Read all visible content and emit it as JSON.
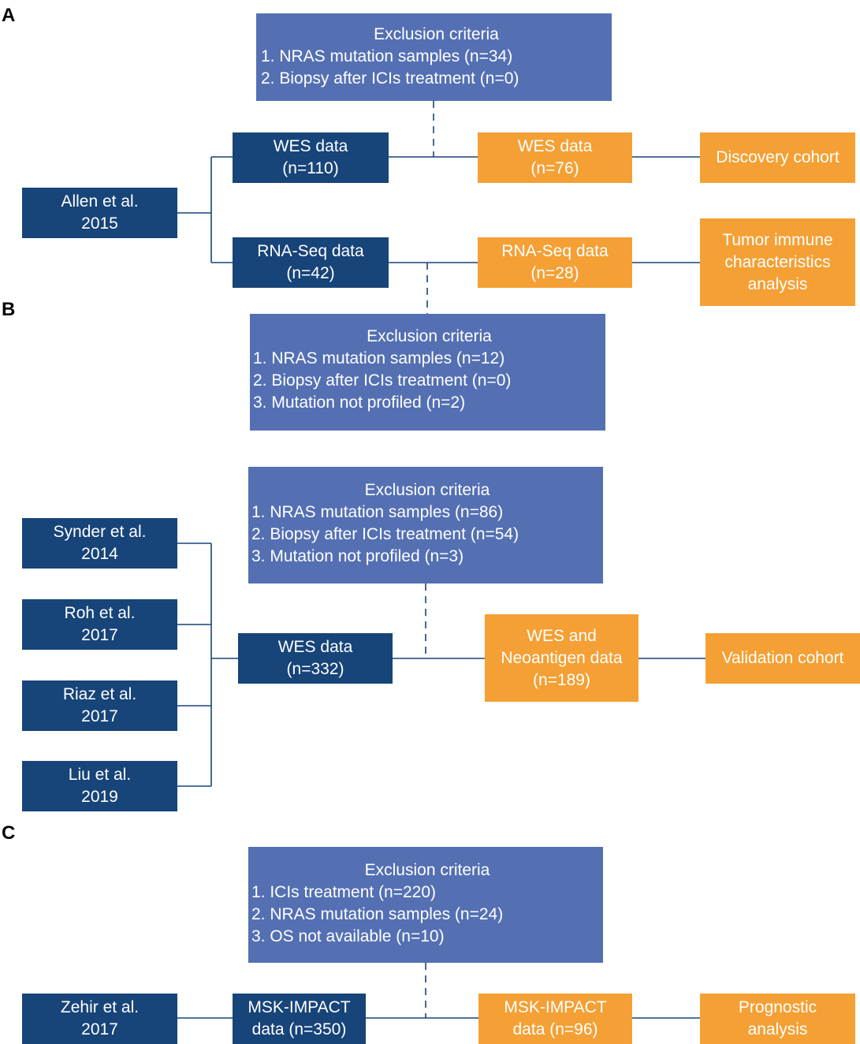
{
  "panels": {
    "a": "A",
    "b": "B",
    "c": "C"
  },
  "colors": {
    "source": "#174479",
    "exclusion": "#5470b3",
    "result": "#f4a035",
    "connector": "#174479"
  },
  "panel_a": {
    "source": [
      "Allen et al.",
      "2015"
    ],
    "wes_raw": [
      "WES data",
      "(n=110)"
    ],
    "rna_raw": [
      "RNA-Seq data",
      "(n=42)"
    ],
    "exclusion_wes": {
      "title": "Exclusion criteria",
      "items": [
        "1. NRAS mutation samples (n=34)",
        "2. Biopsy after ICIs treatment (n=0)"
      ]
    },
    "exclusion_rna": {
      "title": "Exclusion criteria",
      "items": [
        "1. NRAS mutation samples (n=12)",
        "2. Biopsy after ICIs treatment (n=0)",
        "3. Mutation not profiled (n=2)"
      ]
    },
    "wes_filtered": [
      "WES data",
      "(n=76)"
    ],
    "rna_filtered": [
      "RNA-Seq data",
      "(n=28)"
    ],
    "discovery": [
      "Discovery cohort"
    ],
    "immune": [
      "Tumor immune",
      "characteristics",
      "analysis"
    ]
  },
  "panel_b": {
    "sources": [
      [
        "Synder et al.",
        "2014"
      ],
      [
        "Roh et al.",
        "2017"
      ],
      [
        "Riaz et al.",
        "2017"
      ],
      [
        "Liu et al.",
        "2019"
      ]
    ],
    "wes_raw": [
      "WES data",
      "(n=332)"
    ],
    "exclusion": {
      "title": "Exclusion criteria",
      "items": [
        "1. NRAS mutation samples (n=86)",
        "2. Biopsy after ICIs treatment (n=54)",
        "3. Mutation not profiled (n=3)"
      ]
    },
    "wes_filtered": [
      "WES and",
      "Neoantigen data",
      "(n=189)"
    ],
    "validation": [
      "Validation cohort"
    ]
  },
  "panel_c": {
    "source": [
      "Zehir et al.",
      "2017"
    ],
    "msk_raw": [
      "MSK-IMPACT",
      "data (n=350)"
    ],
    "exclusion": {
      "title": "Exclusion criteria",
      "items": [
        "1. ICIs treatment (n=220)",
        "2. NRAS mutation samples (n=24)",
        "3. OS not available (n=10)"
      ]
    },
    "msk_filtered": [
      "MSK-IMPACT",
      "data (n=96)"
    ],
    "prognostic": [
      "Prognostic",
      "analysis"
    ]
  }
}
